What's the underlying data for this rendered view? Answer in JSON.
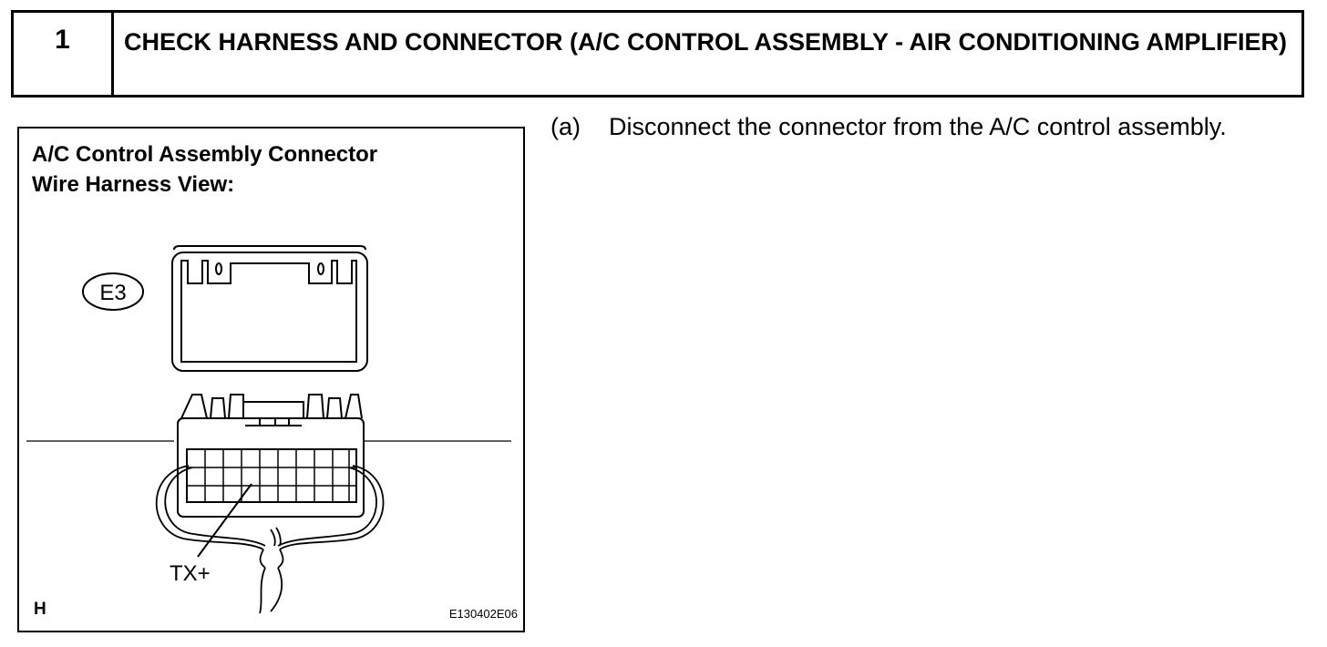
{
  "step": {
    "number": "1",
    "title": "CHECK HARNESS AND CONNECTOR (A/C CONTROL ASSEMBLY - AIR CONDITIONING AMPLIFIER)"
  },
  "figure": {
    "caption_line1": "A/C Control Assembly Connector",
    "caption_line2": "Wire Harness View:",
    "connector_id": "E3",
    "terminal_label": "TX+",
    "corner_letter": "H",
    "figure_code": "E130402E06"
  },
  "instruction": {
    "marker": "(a)",
    "text": "Disconnect the connector from the A/C control assembly."
  }
}
